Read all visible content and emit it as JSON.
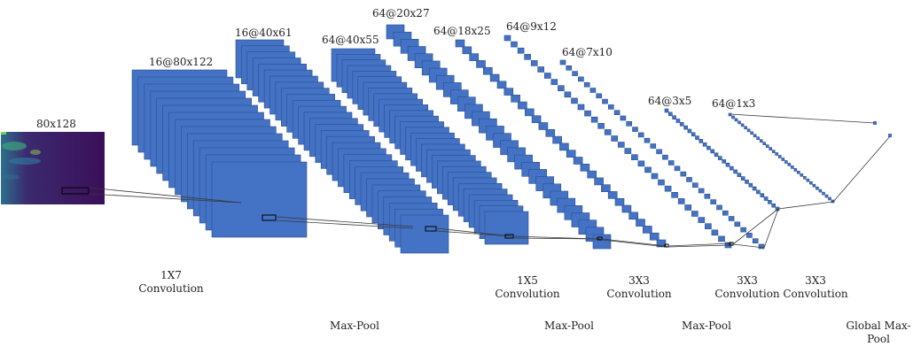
{
  "colors": {
    "feature_map_fill": "#4472C4",
    "feature_map_edge": "#2a4f8f",
    "kernel_box": "#000000",
    "connector": "#3a3a3a",
    "input_background": "#3b0f5a"
  },
  "input": {
    "label": "80x128"
  },
  "layers": [
    {
      "label": "16@80x122"
    },
    {
      "label": "16@40x61"
    },
    {
      "label": "64@40x55"
    },
    {
      "label": "64@20x27"
    },
    {
      "label": "64@18x25"
    },
    {
      "label": "64@9x12"
    },
    {
      "label": "64@7x10"
    },
    {
      "label": "64@3x5"
    },
    {
      "label": "64@1x3"
    }
  ],
  "operations": [
    {
      "line1": "1X7",
      "line2": "Convolution"
    },
    {
      "line1": "Max-Pool",
      "line2": ""
    },
    {
      "line1": "1X5",
      "line2": "Convolution"
    },
    {
      "line1": "Max-Pool",
      "line2": ""
    },
    {
      "line1": "3X3",
      "line2": "Convolution"
    },
    {
      "line1": "Max-Pool",
      "line2": ""
    },
    {
      "line1": "3X3",
      "line2": "Convolution"
    },
    {
      "line1": "3X3",
      "line2": "Convolution"
    },
    {
      "line1": "Global Max-",
      "line2": "Pool"
    }
  ]
}
